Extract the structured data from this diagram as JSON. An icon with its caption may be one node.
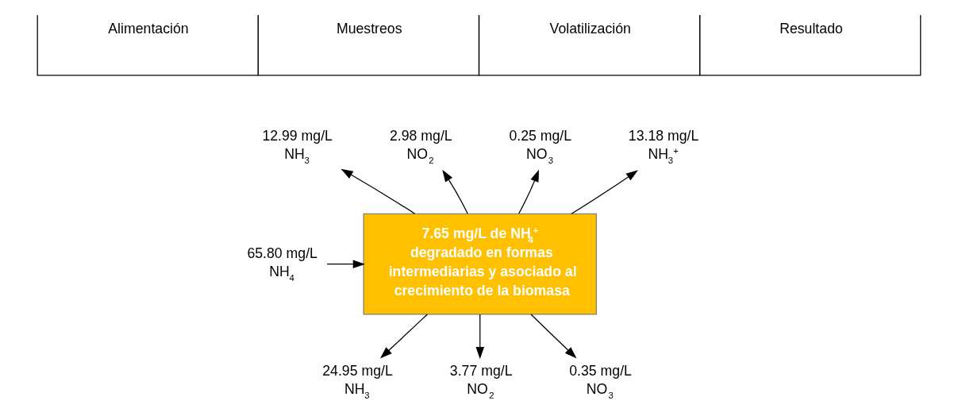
{
  "diagram": {
    "nodes": [
      {
        "text": [
          "65.80 mg/L NH$_{4}$"
        ]
      },
      {
        "text": [
          "7.65 mg/L de NH$_{4}$$^{+}$ degradado en formas intermediarias y asociado al crecimiento de la biomasa"
        ]
      },
      {
        "text": [
          "12.99 mg/L NH$_{3}$"
        ]
      },
      {
        "text": [
          "2.98 mg/L NO$_{2}$"
        ]
      },
      {
        "text": [
          "0.25 mg/L NO$_{3}$"
        ]
      },
      {
        "text": [
          "13.18 mg/L NH$_{3}$$^{+}$"
        ]
      },
      {
        "text": [
          "24.95 mg/L NH$_{3}$"
        ]
      },
      {
        "text": [
          "3.77 mg/L NO$_{2}$"
        ]
      },
      {
        "text": [
          "0.35 mg/L NO$_{3}$"
        ]
      }
    ],
    "edges": [
      {
        "from": 0,
        "to": 1,
        "arrow": "to"
      },
      {
        "from": 1,
        "to": 2,
        "arrow": "to"
      },
      {
        "from": 1,
        "to": 3,
        "arrow": "to"
      },
      {
        "from": 1,
        "to": 4,
        "arrow": "to"
      },
      {
        "from": 1,
        "to": 5,
        "arrow": "to"
      },
      {
        "from": 1,
        "to": 6,
        "arrow": "to"
      },
      {
        "from": 1,
        "to": 7,
        "arrow": "to"
      },
      {
        "from": 1,
        "to": 8,
        "arrow": "to"
      }
    ],
    "labels": [
      "Alimentación",
      "Muestreos",
      "Volatilización",
      "Resultado"
    ]
  }
}
